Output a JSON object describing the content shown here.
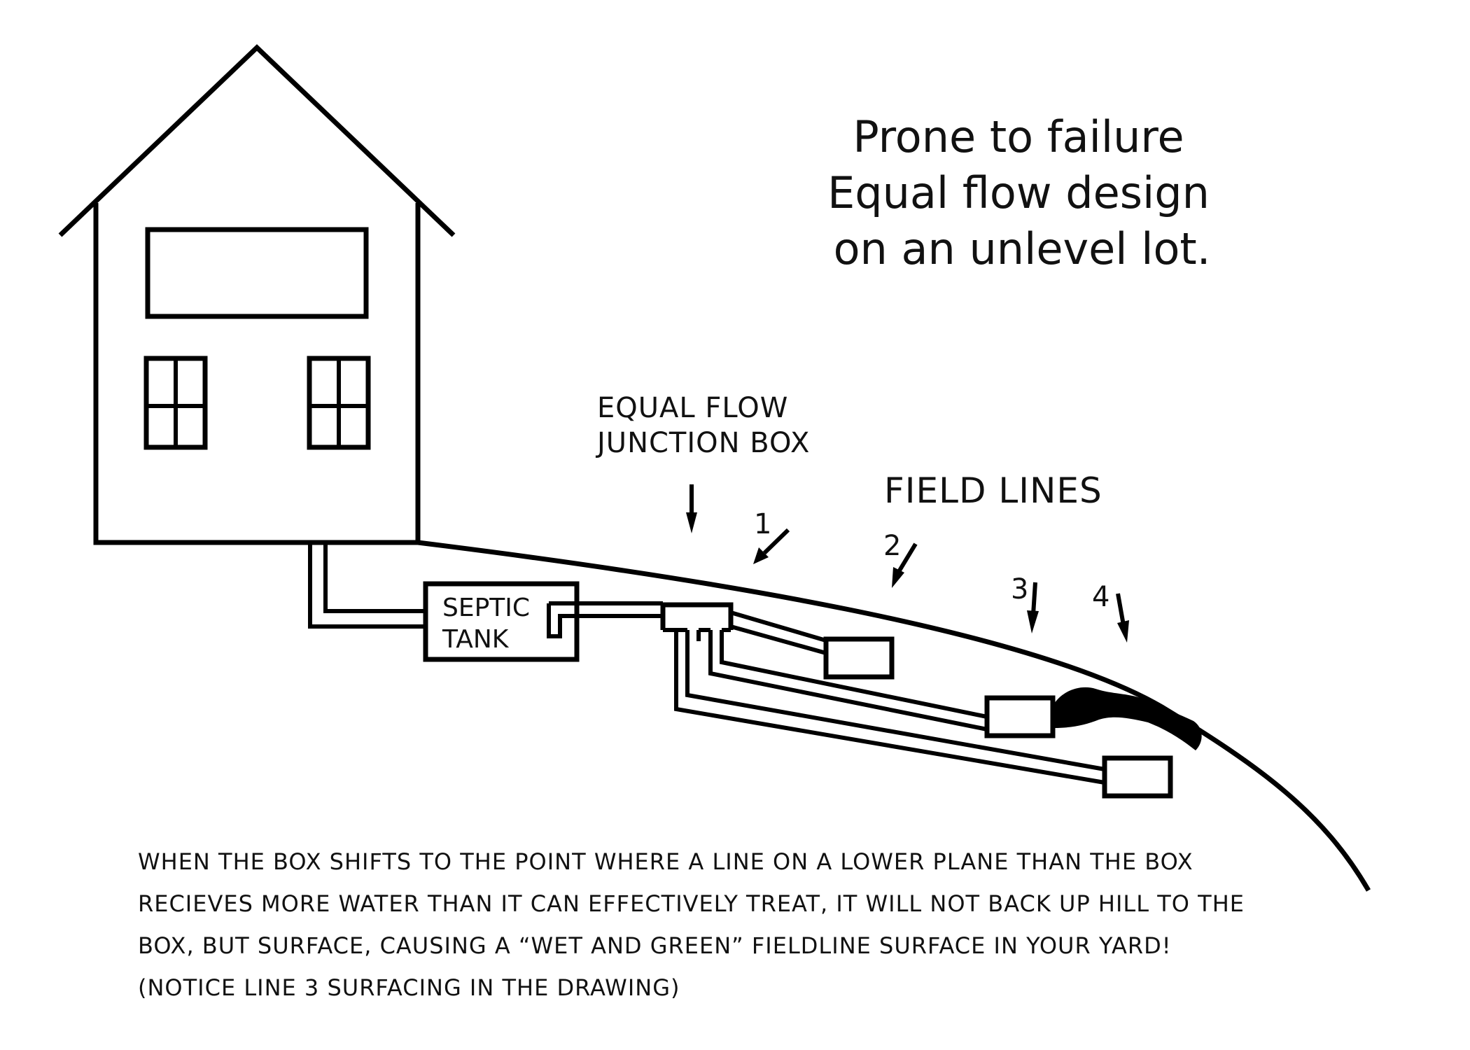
{
  "title": {
    "line1": "Prone to failure",
    "line2": "Equal flow design",
    "line3": "on an unlevel lot."
  },
  "labels": {
    "junction_line1": "EQUAL FLOW",
    "junction_line2": "JUNCTION BOX",
    "field_lines": "FIELD LINES",
    "septic_line1": "SEPTIC",
    "septic_line2": "TANK"
  },
  "line_numbers": [
    "1",
    "2",
    "3",
    "4"
  ],
  "note": {
    "line1": "WHEN THE BOX SHIFTS TO THE POINT WHERE A LINE ON A LOWER PLANE THAN THE BOX",
    "line2": "RECIEVES MORE WATER THAN IT CAN EFFECTIVELY TREAT, IT WILL NOT BACK UP HILL TO THE",
    "line3": "BOX, BUT SURFACE,  CAUSING A “WET AND GREEN” FIELDLINE SURFACE IN YOUR YARD!",
    "line4": "(NOTICE LINE 3 SURFACING IN THE DRAWING)"
  },
  "colors": {
    "ink": "#000000",
    "background": "#ffffff"
  }
}
